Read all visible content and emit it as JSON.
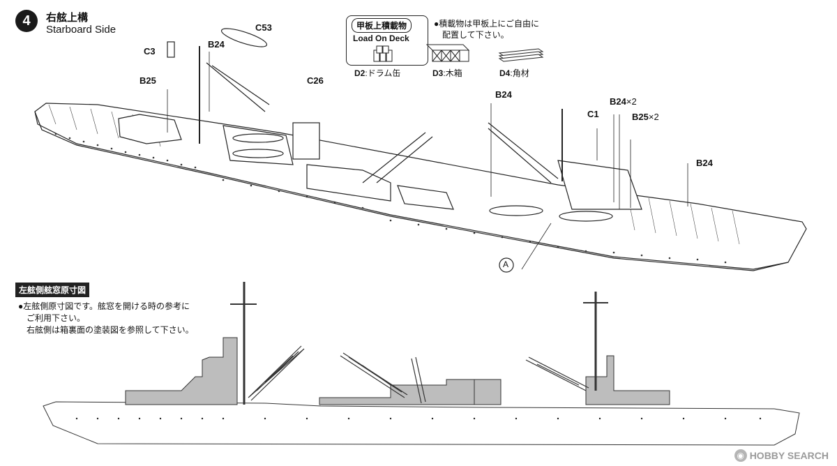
{
  "step": {
    "number": "4",
    "title_jp": "右舷上構",
    "title_en": "Starboard Side"
  },
  "part_labels": [
    {
      "id": "c53",
      "text": "C53"
    },
    {
      "id": "c3",
      "text": "C3"
    },
    {
      "id": "b24-mast",
      "text": "B24"
    },
    {
      "id": "b25-left",
      "text": "B25"
    },
    {
      "id": "c26",
      "text": "C26"
    },
    {
      "id": "b24-mid",
      "text": "B24"
    },
    {
      "id": "b24x2",
      "text": "B24",
      "mult": "×2"
    },
    {
      "id": "c1",
      "text": "C1"
    },
    {
      "id": "b25x2",
      "text": "B25",
      "mult": "×2"
    },
    {
      "id": "b24-right",
      "text": "B24"
    },
    {
      "id": "detail-a",
      "text": "A"
    }
  ],
  "deck_load": {
    "title": "甲板上積載物",
    "subtitle": "Load On Deck",
    "note_lines": [
      "●積載物は甲板上にご自由に",
      "配置して下さい。"
    ],
    "parts": [
      {
        "code": "D2",
        "sep": ":",
        "name": "ドラム缶"
      },
      {
        "code": "D3",
        "sep": ":",
        "name": "木箱"
      },
      {
        "code": "D4",
        "sep": ":",
        "name": "角材"
      }
    ]
  },
  "profile_section": {
    "title": "左舷側舷窓原寸図",
    "notes": [
      "●左舷側原寸図です。舷窓を開ける時の参考に",
      "ご利用下さい。",
      "右舷側は箱裏面の塗装図を参照して下さい。"
    ]
  },
  "watermark": {
    "icon": "hobby-search-icon",
    "text": "HOBBY SEARCH"
  }
}
